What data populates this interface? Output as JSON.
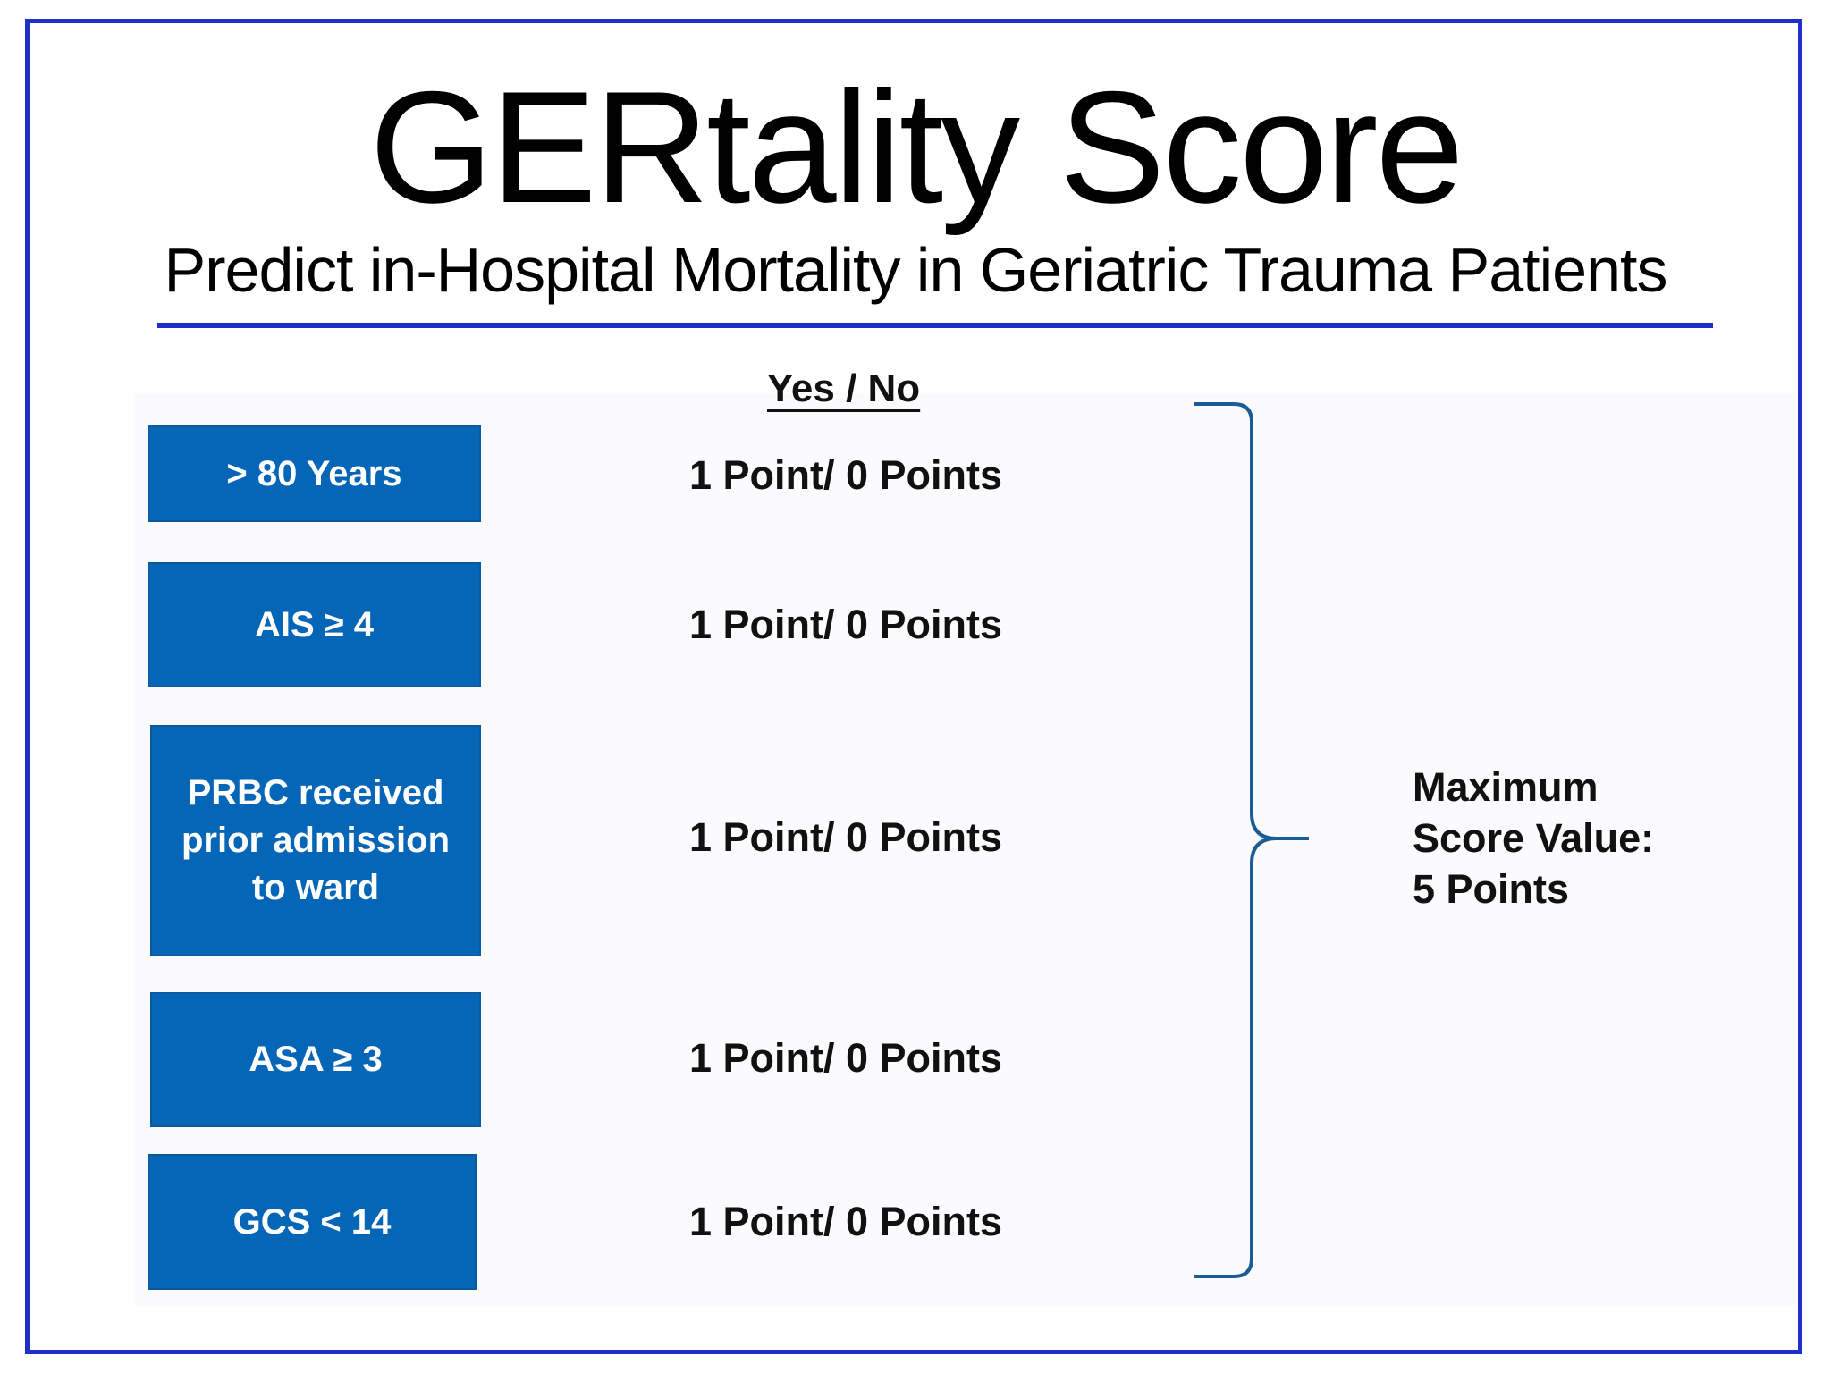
{
  "title": "GERtality Score",
  "subtitle": "Predict in-Hospital Mortality in Geriatric Trauma Patients",
  "column_header": "Yes / No",
  "colors": {
    "frame": "#1f30c8",
    "rule": "#1f30c8",
    "criterion_box": "#0566b8",
    "brace": "#1a5d96"
  },
  "criteria": [
    {
      "label": "> 80 Years",
      "points": "1 Point/ 0 Points"
    },
    {
      "label": "AIS ≥ 4",
      "points": "1 Point/ 0 Points"
    },
    {
      "label": "PRBC received prior admission to ward",
      "points": "1 Point/ 0 Points"
    },
    {
      "label": "ASA ≥ 3",
      "points": "1 Point/ 0 Points"
    },
    {
      "label": "GCS < 14",
      "points": "1 Point/ 0 Points"
    }
  ],
  "maximum": {
    "line1": "Maximum",
    "line2": "Score Value:",
    "line3": "5 Points"
  }
}
